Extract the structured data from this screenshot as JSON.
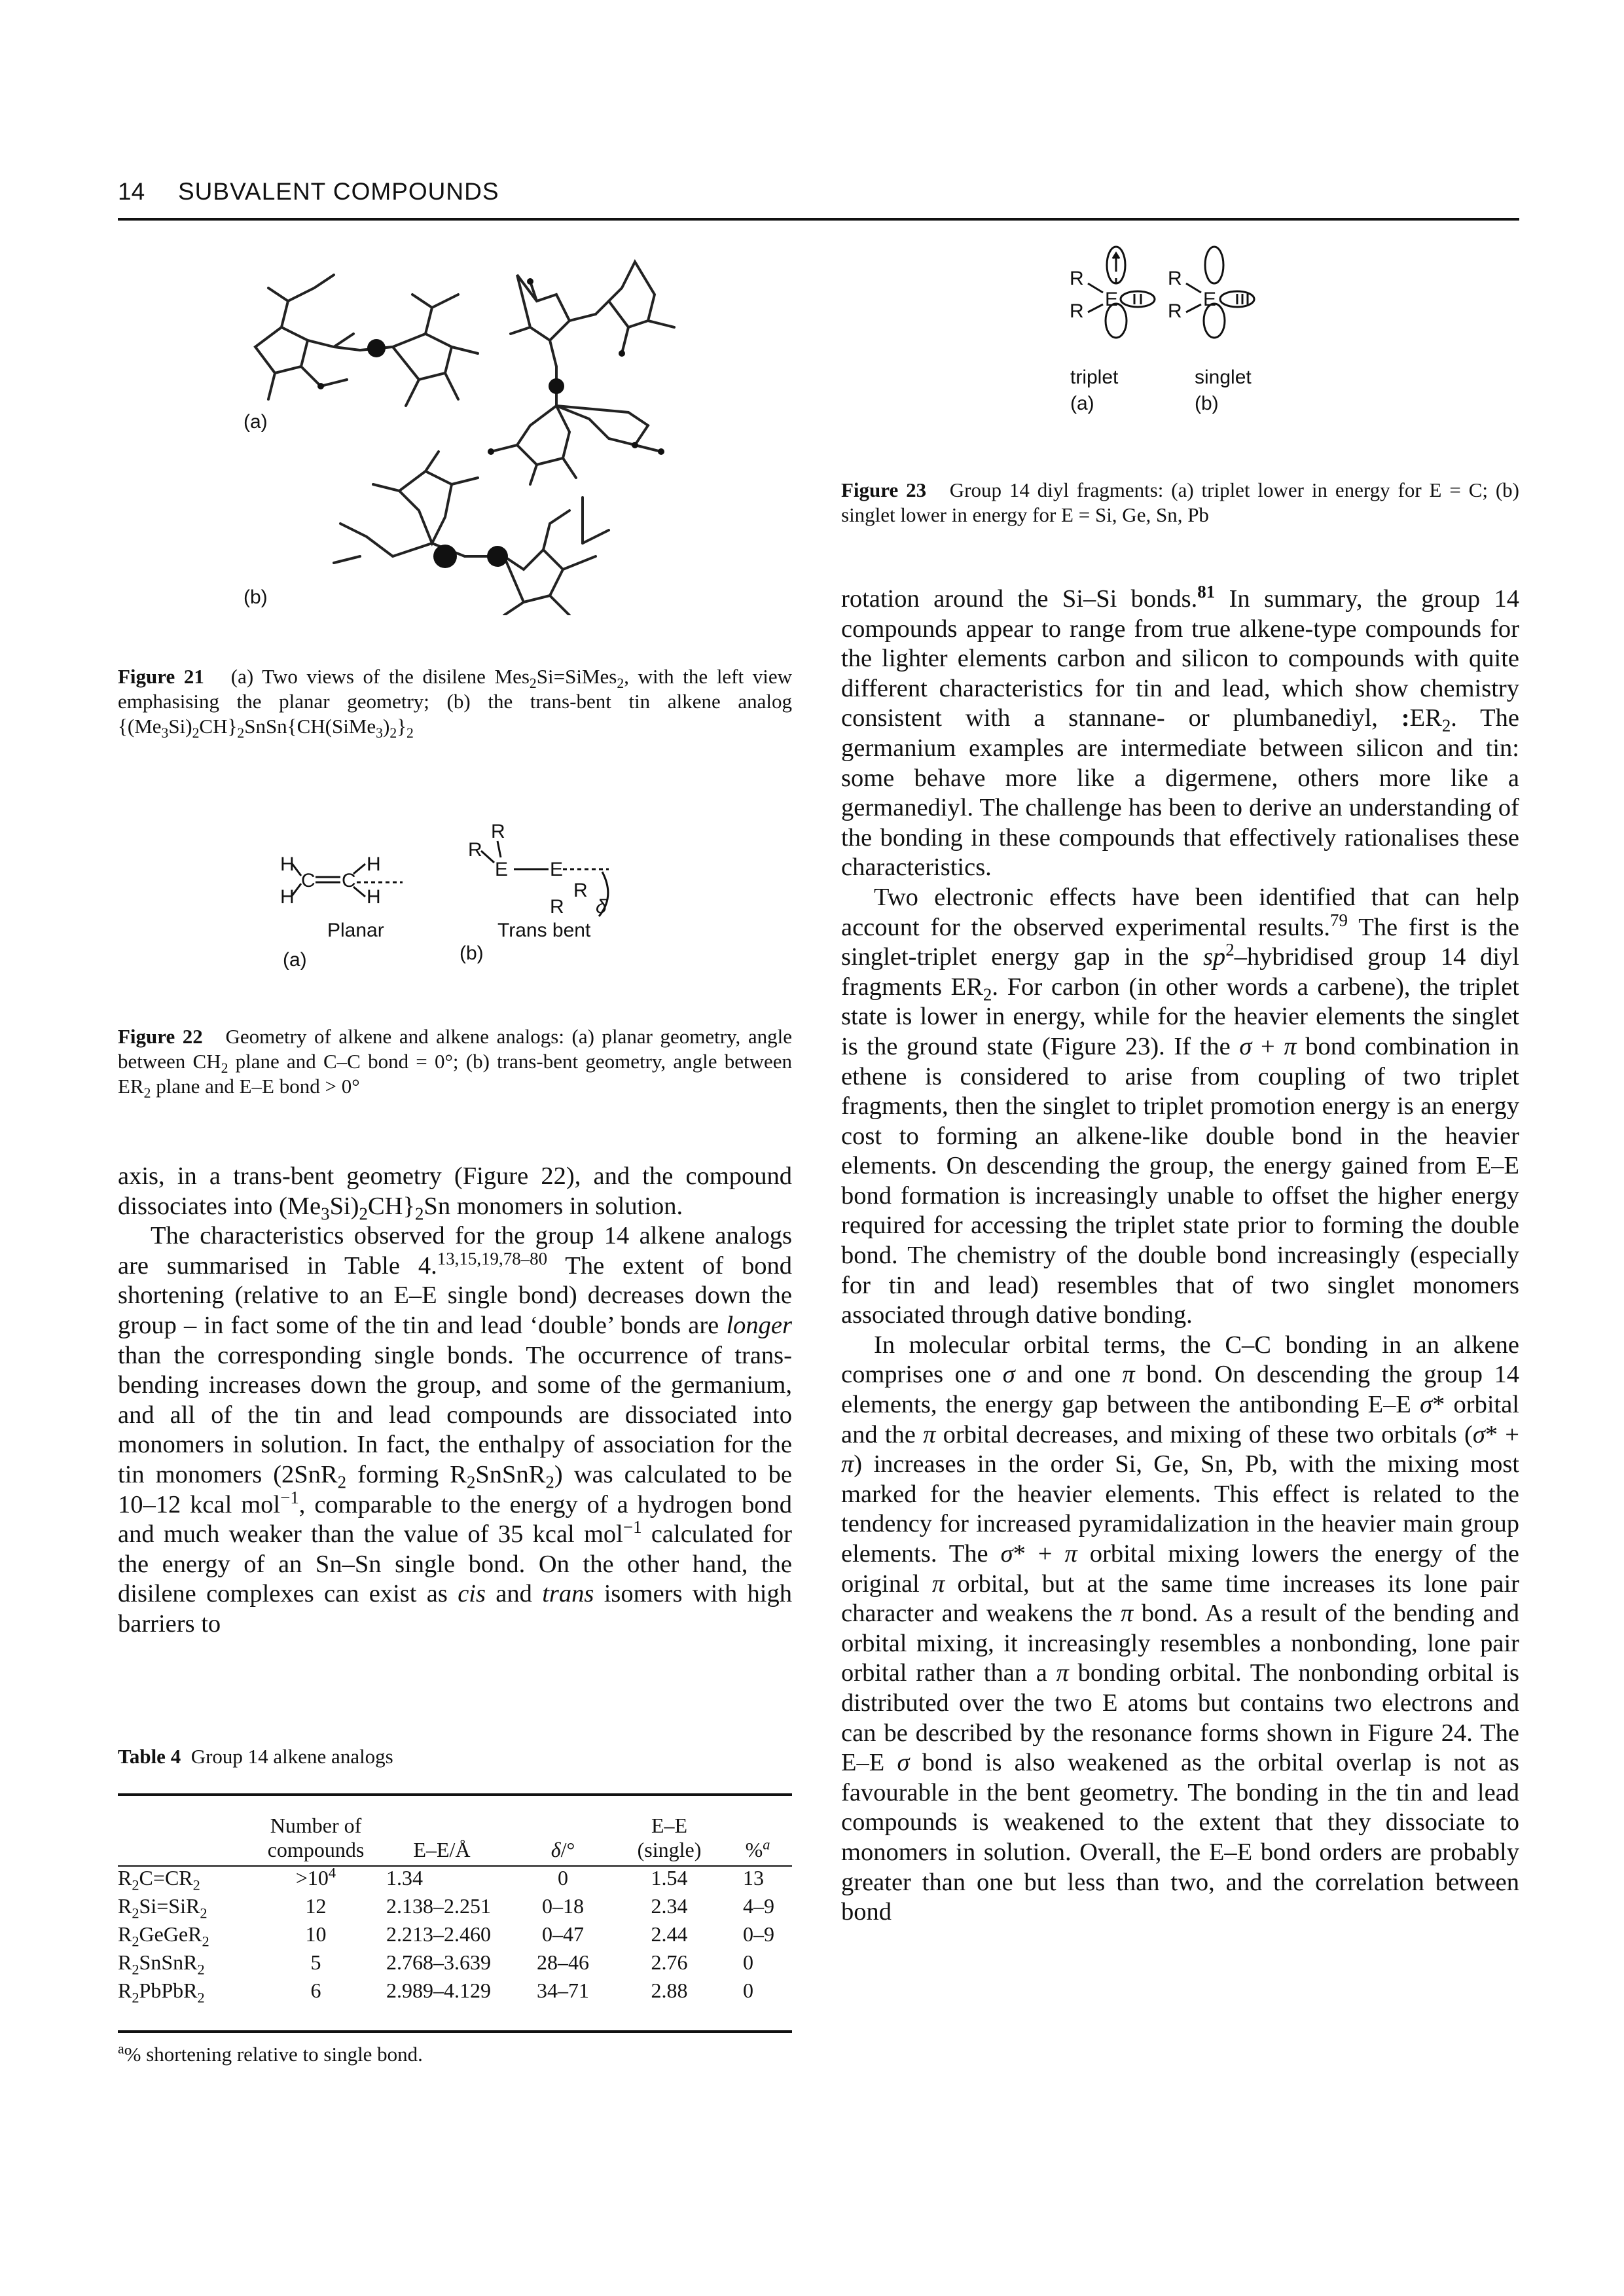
{
  "header": {
    "page_number": "14",
    "running_title": "SUBVALENT COMPOUNDS"
  },
  "figure21": {
    "label_a": "(a)",
    "label_b": "(b)",
    "caption_label": "Figure 21",
    "caption_html": "(a) Two views of the disilene Mes<sub>2</sub>Si=SiMes<sub>2</sub>, with the left view emphasising the planar geometry; (b) the trans-bent tin alkene analog {(Me<sub>3</sub>Si)<sub>2</sub>CH}<sub>2</sub>SnSn{CH(SiMe<sub>3</sub>)<sub>2</sub>}<sub>2</sub>"
  },
  "figure22": {
    "planar": "Planar",
    "trans_bent": "Trans bent",
    "label_a": "(a)",
    "label_b": "(b)",
    "atoms": {
      "H": "H",
      "C": "C",
      "E": "E",
      "R": "R",
      "delta": "δ"
    },
    "caption_label": "Figure 22",
    "caption_html": "Geometry of alkene and alkene analogs: (a) planar geometry, angle between CH<sub>2</sub> plane and C–C bond = 0°; (b) trans-bent geometry, angle between ER<sub>2</sub> plane and E–E bond &gt; 0°"
  },
  "figure23": {
    "triplet": "triplet",
    "singlet": "singlet",
    "label_a": "(a)",
    "label_b": "(b)",
    "caption_label": "Figure 23",
    "caption_html": "Group 14 diyl fragments: (a) triplet lower in energy for E = C; (b) singlet lower in energy for E = Si, Ge, Sn, Pb"
  },
  "left_text_html": "<p>axis, in a trans-bent geometry (Figure 22), and the compound dissociates into (Me<sub>3</sub>Si)<sub>2</sub>CH}<sub>2</sub>Sn monomers in solution.</p><p class=\"ind\">The characteristics observed for the group 14 alkene analogs are summarised in Table 4.<sup>13,15,19,78–80</sup> The extent of bond shortening (relative to an E–E single bond) decreases down the group – in fact some of the tin and lead ‘double’ bonds are <i>longer</i> than the corresponding single bonds. The occurrence of trans-bending increases down the group, and some of the germanium, and all of the tin and lead compounds are dissociated into monomers in solution. In fact, the enthalpy of association for the tin monomers (2SnR<sub>2</sub> forming R<sub>2</sub>SnSnR<sub>2</sub>) was calculated to be 10–12 kcal mol<sup>−1</sup>, comparable to the energy of a hydrogen bond and much weaker than the value of 35 kcal mol<sup>−1</sup> calculated for the energy of an Sn–Sn single bond. On the other hand, the disilene complexes can exist as <i>cis</i> and <i>trans</i> isomers with high barriers to</p>",
  "table4": {
    "title_label": "Table 4",
    "title_text": "Group 14 alkene analogs",
    "headers_html": [
      "",
      "Number of<br>compounds",
      "E–E/Å",
      "<i>δ</i>/°",
      "E–E<br>(single)",
      "%<sup><i>a</i></sup>"
    ],
    "rows": [
      [
        "R<sub>2</sub>C=CR<sub>2</sub>",
        "&gt;10<sup>4</sup>",
        "1.34",
        "0",
        "1.54",
        "13"
      ],
      [
        "R<sub>2</sub>Si=SiR<sub>2</sub>",
        "12",
        "2.138–2.251",
        "0–18",
        "2.34",
        "4–9"
      ],
      [
        "R<sub>2</sub>GeGeR<sub>2</sub>",
        "10",
        "2.213–2.460",
        "0–47",
        "2.44",
        "0–9"
      ],
      [
        "R<sub>2</sub>SnSnR<sub>2</sub>",
        "5",
        "2.768–3.639",
        "28–46",
        "2.76",
        "0"
      ],
      [
        "R<sub>2</sub>PbPbR<sub>2</sub>",
        "6",
        "2.989–4.129",
        "34–71",
        "2.88",
        "0"
      ]
    ],
    "footnote_html": "<sup>a</sup>% shortening relative to single bond."
  },
  "right_text_html": "<p>rotation around the Si–Si bonds.<sup><b>81</b></sup> In summary, the group 14 compounds appear to range from true alkene-type compounds for the lighter elements carbon and silicon to compounds with quite different characteristics for tin and lead, which show chemistry consistent with a stannane- or plumbanediyl, <b>:</b>ER<sub>2</sub>. The germanium examples are intermediate between silicon and tin: some behave more like a digermene, others more like a germanediyl. The challenge has been to derive an understanding of the bonding in these compounds that effectively rationalises these characteristics.</p><p class=\"ind\">Two electronic effects have been identified that can help account for the observed experimental results.<sup>79</sup> The first is the singlet-triplet energy gap in the <i>sp</i><sup>2</sup>–hybridised group 14 diyl fragments ER<sub>2</sub>. For carbon (in other words a carbene), the triplet state is lower in energy, while for the heavier elements the singlet is the ground state (Figure 23). If the <i>σ</i> + <i>π</i> bond combination in ethene is considered to arise from coupling of two triplet fragments, then the singlet to triplet promotion energy is an energy cost to forming an alkene-like double bond in the heavier elements. On descending the group, the energy gained from E–E bond formation is increasingly unable to offset the higher energy required for accessing the triplet state prior to forming the double bond. The chemistry of the double bond increasingly (especially for tin and lead) resembles that of two singlet monomers associated through dative bonding.</p><p class=\"ind\">In molecular orbital terms, the C–C bonding in an alkene comprises one <i>σ</i> and one <i>π</i> bond. On descending the group 14 elements, the energy gap between the antibonding E–E <i>σ</i>* orbital and the <i>π</i> orbital decreases, and mixing of these two orbitals (<i>σ</i>* + <i>π</i>) increases in the order Si, Ge, Sn, Pb, with the mixing most marked for the heavier elements. This effect is related to the tendency for increased pyramidalization in the heavier main group elements. The <i>σ</i>* + <i>π</i> orbital mixing lowers the energy of the original <i>π</i> orbital, but at the same time increases its lone pair character and weakens the <i>π</i> bond. As a result of the bending and orbital mixing, it increasingly resembles a nonbonding, lone pair orbital rather than a <i>π</i> bonding orbital. The nonbonding orbital is distributed over the two E atoms but contains two electrons and can be described by the resonance forms shown in Figure 24. The E–E <i>σ</i> bond is also weakened as the orbital overlap is not as favourable in the bent geometry. The bonding in the tin and lead compounds is weakened to the extent that they dissociate to monomers in solution. Overall, the E–E bond orders are probably greater than one but less than two, and the correlation between bond</p>"
}
